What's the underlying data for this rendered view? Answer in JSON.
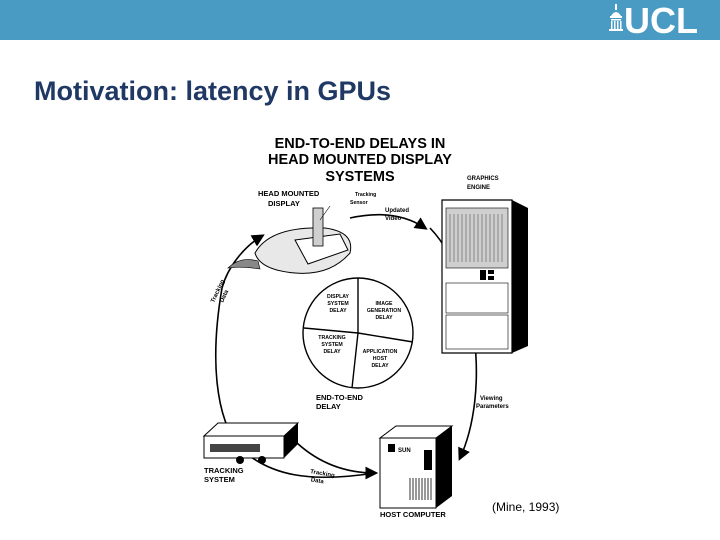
{
  "header": {
    "logo_text": "UCL",
    "logo_icon": "portico-dome-icon",
    "bar_color": "#4a9bc3"
  },
  "slide": {
    "title": "Motivation: latency in GPUs",
    "title_color": "#1f3864",
    "citation": "(Mine, 1993)"
  },
  "diagram": {
    "title_lines": [
      "END-TO-END DELAYS IN",
      "HEAD MOUNTED DISPLAY",
      "SYSTEMS"
    ],
    "labels": {
      "hmd_line1": "HEAD MOUNTED",
      "hmd_line2": "DISPLAY",
      "tracking_sensor_line1": "Tracking",
      "tracking_sensor_line2": "Sensor",
      "updated_video_line1": "Updated",
      "updated_video_line2": "Video",
      "graphics_engine_line1": "GRAPHICS",
      "graphics_engine_line2": "ENGINE",
      "tracking_data_left_line1": "Tracking",
      "tracking_data_left_line2": "Data",
      "viewing_params_line1": "Viewing",
      "viewing_params_line2": "Parameters",
      "tracking_system_line1": "TRACKING",
      "tracking_system_line2": "SYSTEM",
      "tracking_data_bottom_line1": "Tracking",
      "tracking_data_bottom_line2": "Data",
      "host_computer": "HOST COMPUTER",
      "host_brand": "SUN",
      "end_to_end_line1": "END-TO-END",
      "end_to_end_line2": "DELAY"
    },
    "pie_segments": {
      "display": [
        "DISPLAY",
        "SYSTEM",
        "DELAY"
      ],
      "image": [
        "IMAGE",
        "GENERATION",
        "DELAY"
      ],
      "tracking": [
        "TRACKING",
        "SYSTEM",
        "DELAY"
      ],
      "application": [
        "APPLICATION",
        "HOST",
        "DELAY"
      ]
    }
  }
}
